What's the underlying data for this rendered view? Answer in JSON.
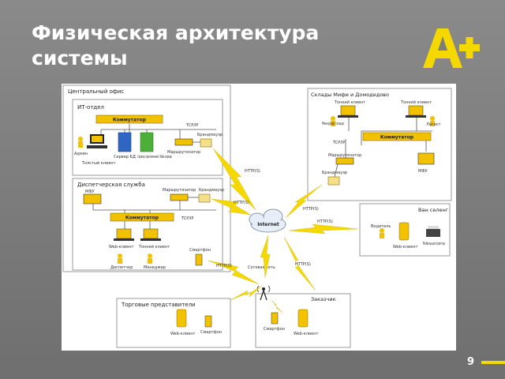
{
  "slide": {
    "title": "Физическая архитектура системы",
    "page_number": "9"
  },
  "logo": {
    "text": "A+",
    "color": "#f5d800"
  },
  "colors": {
    "accent": "#f5d800",
    "background": "#7a7a7a",
    "switch": "#f2c200"
  },
  "zones": {
    "central_office": "Центральный офис",
    "it_dept": "ИТ-отдел",
    "dispatch": "Диспетчерская служба",
    "warehouses": "Склады Мифи и Домодедово",
    "van_selling": "Ван селенг",
    "sales_reps": "Торговые представители",
    "customer": "Заказчик"
  },
  "labels": {
    "switch": "Коммутатор",
    "admin": "Админ",
    "thick_client": "Толстый клиент",
    "db_server": "Сервер БД",
    "app_server": "Сервер приложений, Web-сервер",
    "router": "Маршрутизатор",
    "firewall": "Брандмауэр",
    "tcpip": "TCP/IP",
    "http": "HTTP(S)",
    "mfu": "МФУ",
    "web_client": "Web-клиент",
    "thin_client": "Тонкий клиент",
    "dispatcher": "Диспетчер",
    "manager": "Менеджер",
    "smartphone": "Смартфон",
    "warehouse_manager": "Менеджер склада",
    "logist": "Логист",
    "driver": "Водитель",
    "mobile_printer": "Мобильный принтер",
    "internet": "Internet",
    "cellular": "Сотовая сеть"
  }
}
